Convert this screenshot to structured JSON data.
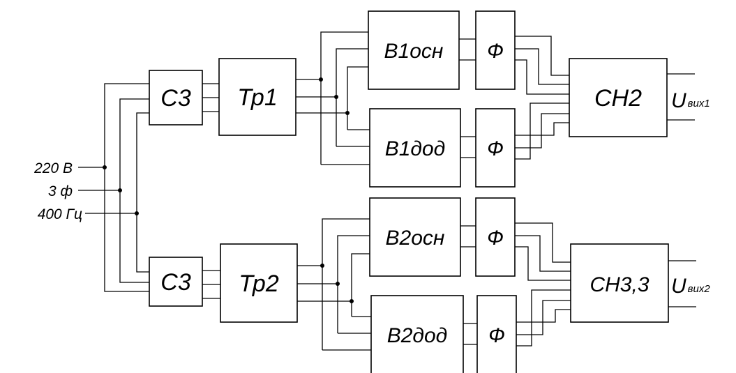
{
  "inputs": {
    "voltage": "220 В",
    "phase": "3 ф",
    "frequency": "400 Гц"
  },
  "channel1": {
    "protection": "С3",
    "transformer": "Тр1",
    "rectifier_main": "В1осн",
    "rectifier_aux": "В1дод",
    "filter_main": "Ф",
    "filter_aux": "Ф",
    "stabilizer": "СН2",
    "output_symbol": "U",
    "output_sub": "вих1"
  },
  "channel2": {
    "protection": "С3",
    "transformer": "Тр2",
    "rectifier_main": "В2осн",
    "rectifier_aux": "В2дод",
    "filter_main": "Ф",
    "filter_aux": "Ф",
    "stabilizer": "СН3,3",
    "output_symbol": "U",
    "output_sub": "вих2"
  }
}
